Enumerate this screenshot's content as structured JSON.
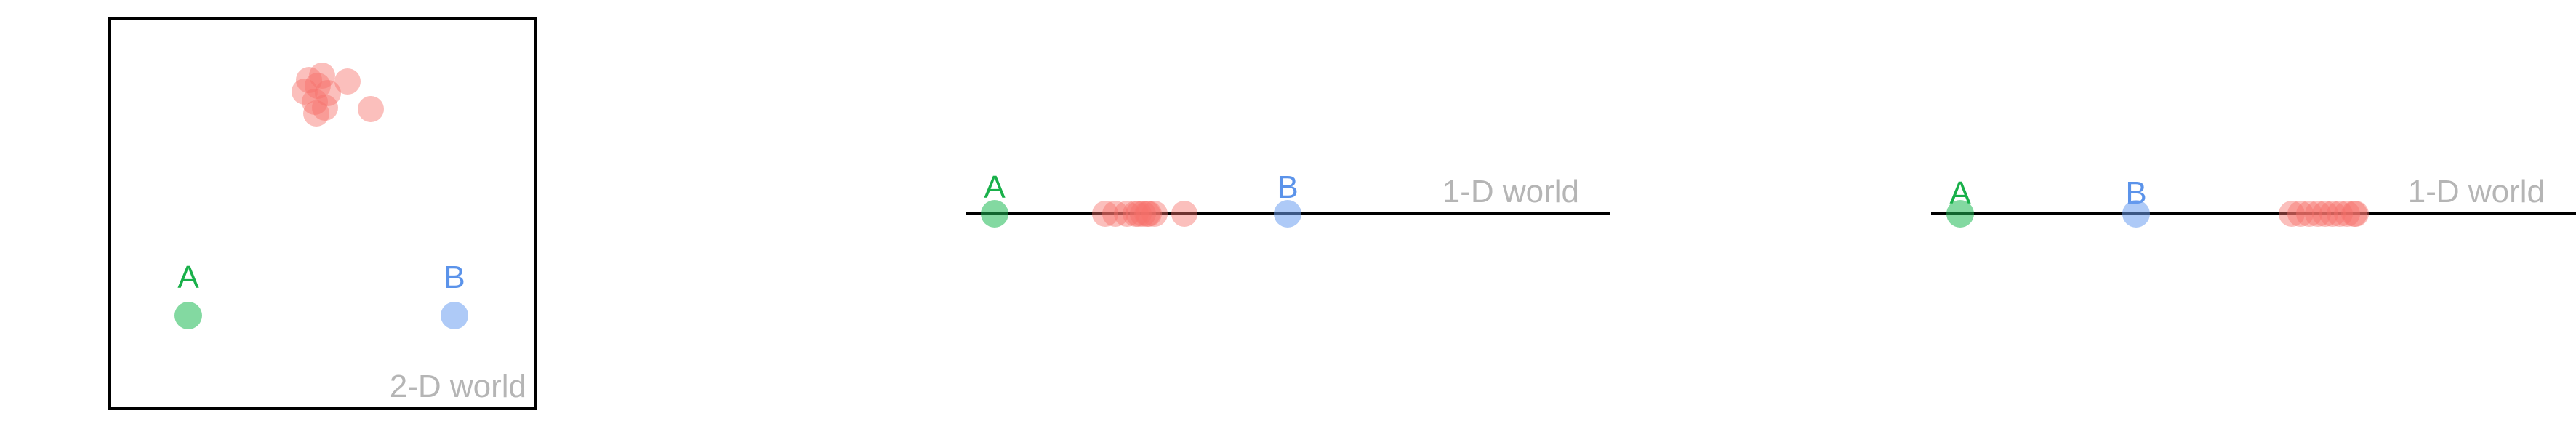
{
  "colors": {
    "A": "#1db954",
    "B": "#6c9ff0",
    "cluster": "#f6706a",
    "label_A": "#19b04a",
    "label_B": "#5b93ea",
    "world_label": "#b5b5b5",
    "frame": "#000000"
  },
  "panels": [
    {
      "id": "panel-2d",
      "world_label": "2-D world",
      "A_label": "A",
      "B_label": "B"
    },
    {
      "id": "panel-1d-a",
      "world_label": "1-D world",
      "A_label": "A",
      "B_label": "B"
    },
    {
      "id": "panel-1d-b",
      "world_label": "1-D world",
      "A_label": "A",
      "B_label": "B"
    }
  ]
}
